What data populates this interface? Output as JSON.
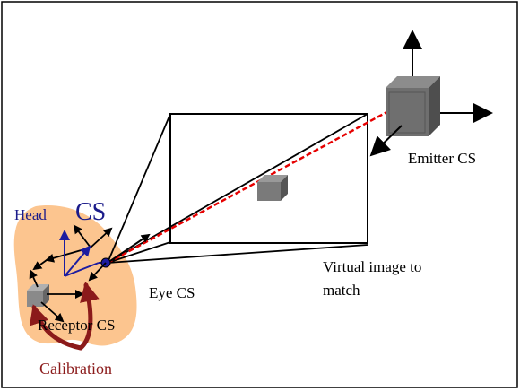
{
  "colors": {
    "frame": "#000000",
    "head_fill": "#fcc58f",
    "head_text": "#1b1b8a",
    "head_axes": "#1c1ca0",
    "sight_line": "#e60000",
    "calibration": "#8b1a1a",
    "cube_dark": "#555555",
    "cube_mid": "#7a7a7a",
    "cube_light": "#9a9a9a"
  },
  "labels": {
    "head": "Head",
    "head_cs": "CS",
    "eye_cs": "Eye CS",
    "receptor_cs": "Receptor  CS",
    "calibration": "Calibration",
    "emitter_cs": "Emitter  CS",
    "virtual_image_line1": "Virtual image to",
    "virtual_image_line2": "match"
  },
  "icons": {
    "emitter": "cube-icon",
    "virtual_object": "cube-icon",
    "receptor": "cube-icon"
  }
}
